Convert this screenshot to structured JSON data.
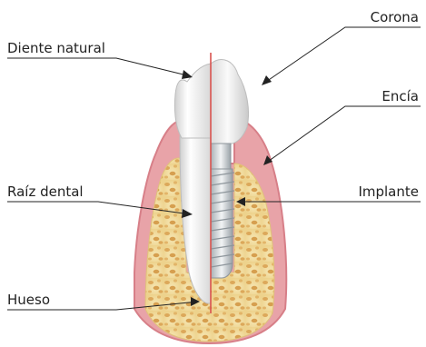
{
  "labels": {
    "diente_natural": "Diente natural",
    "raiz_dental": "Raíz dental",
    "hueso": "Hueso",
    "corona": "Corona",
    "encia": "Encía",
    "implante": "Implante"
  },
  "colors": {
    "gum": "#e8a3a8",
    "gum_dark": "#d77f88",
    "bone": "#f3dfa1",
    "bone_spots": "#dca85a",
    "tooth": "#f4f4f4",
    "implant": "#dfe3e6",
    "leader": "#222222",
    "divider": "#d9534f"
  }
}
